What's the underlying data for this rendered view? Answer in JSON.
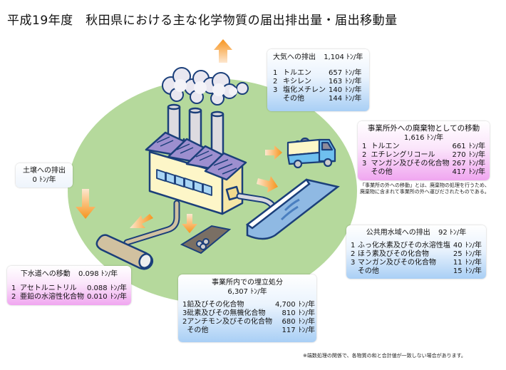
{
  "title": "平成19年度　秋田県における主な化学物質の届出排出量・届出移動量",
  "unit": "ﾄﾝ/年",
  "air": {
    "label": "大気への排出",
    "total": "1,104 ﾄﾝ/年",
    "items": [
      {
        "rank": "1",
        "name": "トルエン",
        "value": "657",
        "unit": "ﾄﾝ/年"
      },
      {
        "rank": "2",
        "name": "キシレン",
        "value": "163",
        "unit": "ﾄﾝ/年"
      },
      {
        "rank": "3",
        "name": "塩化メチレン",
        "value": "140",
        "unit": "ﾄﾝ/年"
      },
      {
        "rank": "",
        "name": "その他",
        "value": "144",
        "unit": "ﾄﾝ/年"
      }
    ]
  },
  "offsite_waste": {
    "label": "事業所外への廃棄物としての移動",
    "total": "1,616 ﾄﾝ/年",
    "items": [
      {
        "rank": "1",
        "name": "トルエン",
        "value": "661",
        "unit": "ﾄﾝ/年"
      },
      {
        "rank": "2",
        "name": "エチレングリコール",
        "value": "270",
        "unit": "ﾄﾝ/年"
      },
      {
        "rank": "3",
        "name": "マンガン及びその化合物",
        "value": "267",
        "unit": "ﾄﾝ/年"
      },
      {
        "rank": "",
        "name": "その他",
        "value": "417",
        "unit": "ﾄﾝ/年"
      }
    ],
    "note_line1": "「事業所の外への移動」とは、廃棄物の処理を行うため、",
    "note_line2": "廃棄物に含まれて事業所の外へ運びだされたものである。"
  },
  "soil": {
    "label": "土壌への排出",
    "total": "0 ﾄﾝ/年"
  },
  "water": {
    "label": "公共用水域への排出",
    "total": "92 ﾄﾝ/年",
    "items": [
      {
        "rank": "1",
        "name": "ふっ化水素及びその水溶性塩",
        "value": "40",
        "unit": "ﾄﾝ/年"
      },
      {
        "rank": "2",
        "name": "ほう素及びその化合物",
        "value": "25",
        "unit": "ﾄﾝ/年"
      },
      {
        "rank": "3",
        "name": "マンガン及びその化合物",
        "value": "11",
        "unit": "ﾄﾝ/年"
      },
      {
        "rank": "",
        "name": "その他",
        "value": "15",
        "unit": "ﾄﾝ/年"
      }
    ]
  },
  "sewer": {
    "label": "下水道への移動",
    "total": "0.098 ﾄﾝ/年",
    "items": [
      {
        "rank": "1",
        "name": "アセトルニトリル",
        "value": "0.088",
        "unit": "ﾄﾝ/年"
      },
      {
        "rank": "2",
        "name": "亜鉛の水溶性化合物",
        "value": "0.010",
        "unit": "ﾄﾝ/年"
      }
    ]
  },
  "landfill": {
    "label": "事業所内での埋立処分",
    "total": "6,307 ﾄﾝ/年",
    "items": [
      {
        "rank": "1",
        "name": "鉛及びその化合物",
        "value": "4,700",
        "unit": "ﾄﾝ/年"
      },
      {
        "rank": "3",
        "name": "砒素及びその無機化合物",
        "value": "810",
        "unit": "ﾄﾝ/年"
      },
      {
        "rank": "2",
        "name": "アンチモン及びその化合物",
        "value": "680",
        "unit": "ﾄﾝ/年"
      },
      {
        "rank": "",
        "name": "その他",
        "value": "117",
        "unit": "ﾄﾝ/年"
      }
    ]
  },
  "footnote": "※端数処理の関係で、各物質の和と合計値が一致しない場合があります。",
  "colors": {
    "ground": "#b5d99c",
    "arrow": "#f7941d",
    "outline": "#1b3f7a",
    "roof": "#9d8fcf",
    "wall": "#fdf6c8",
    "window": "#a9d6f5",
    "pipe": "#d1c1a0",
    "water": "#8fb9e3",
    "truck": "#6fc0ef",
    "smoke": "#e4e2ee"
  }
}
